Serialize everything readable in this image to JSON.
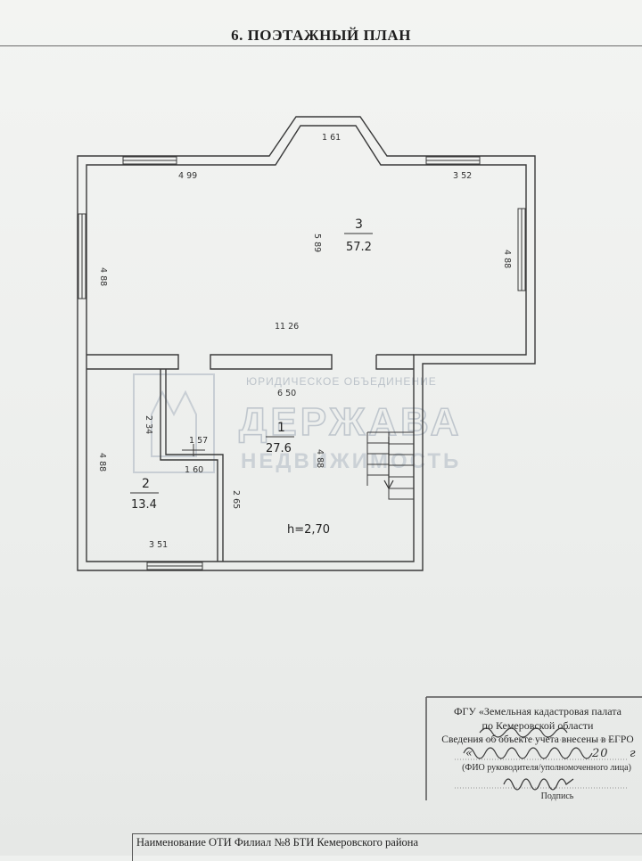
{
  "document": {
    "title": "6. ПОЭТАЖНЫЙ ПЛАН"
  },
  "rooms": [
    {
      "number": "1",
      "area": "27.6"
    },
    {
      "number": "2",
      "area": "13.4"
    },
    {
      "number": "3",
      "area": "57.2"
    }
  ],
  "dimensions": {
    "top_bay": "1 61",
    "top_left": "4 99",
    "top_right": "3 52",
    "room3_left": "4 88",
    "room3_right": "4 88",
    "room3_depth": "5 89",
    "room3_width": "11 26",
    "room1_width": "6 50",
    "room1_depth": "4 88",
    "room1_lower": "2 65",
    "room2_upper": "2 34",
    "room2_left": "4 88",
    "room2_step_top": "1 57",
    "room2_step_bottom": "1 60",
    "room2_width": "3 51"
  },
  "ceiling_height": "h=2,70",
  "watermark": {
    "line1": "ЮРИДИЧЕСКОЕ ОБЪЕДИНЕНИЕ",
    "line2": "ДЕРЖАВА",
    "line3": "НЕДВИЖИМОСТЬ"
  },
  "stamp": {
    "line1": "ФГУ «Земельная кадастровая палата",
    "line2": "по Кемеровской области",
    "line3": "Сведения об объекте учета внесены в ЕГРО",
    "date_prefix": "«",
    "date_suffix": "20",
    "year_suffix": "г",
    "caption": "(ФИО руководителя/уполномоченного лица)",
    "sign_caption": "Подпись"
  },
  "footer": {
    "text": "Наименование ОТИ Филиал №8 БТИ Кемеровского района"
  },
  "colors": {
    "paper": "#eef0ee",
    "ink": "#2a2a2a",
    "wall": "#3a3a3a",
    "watermark": "#9aa6b0"
  }
}
